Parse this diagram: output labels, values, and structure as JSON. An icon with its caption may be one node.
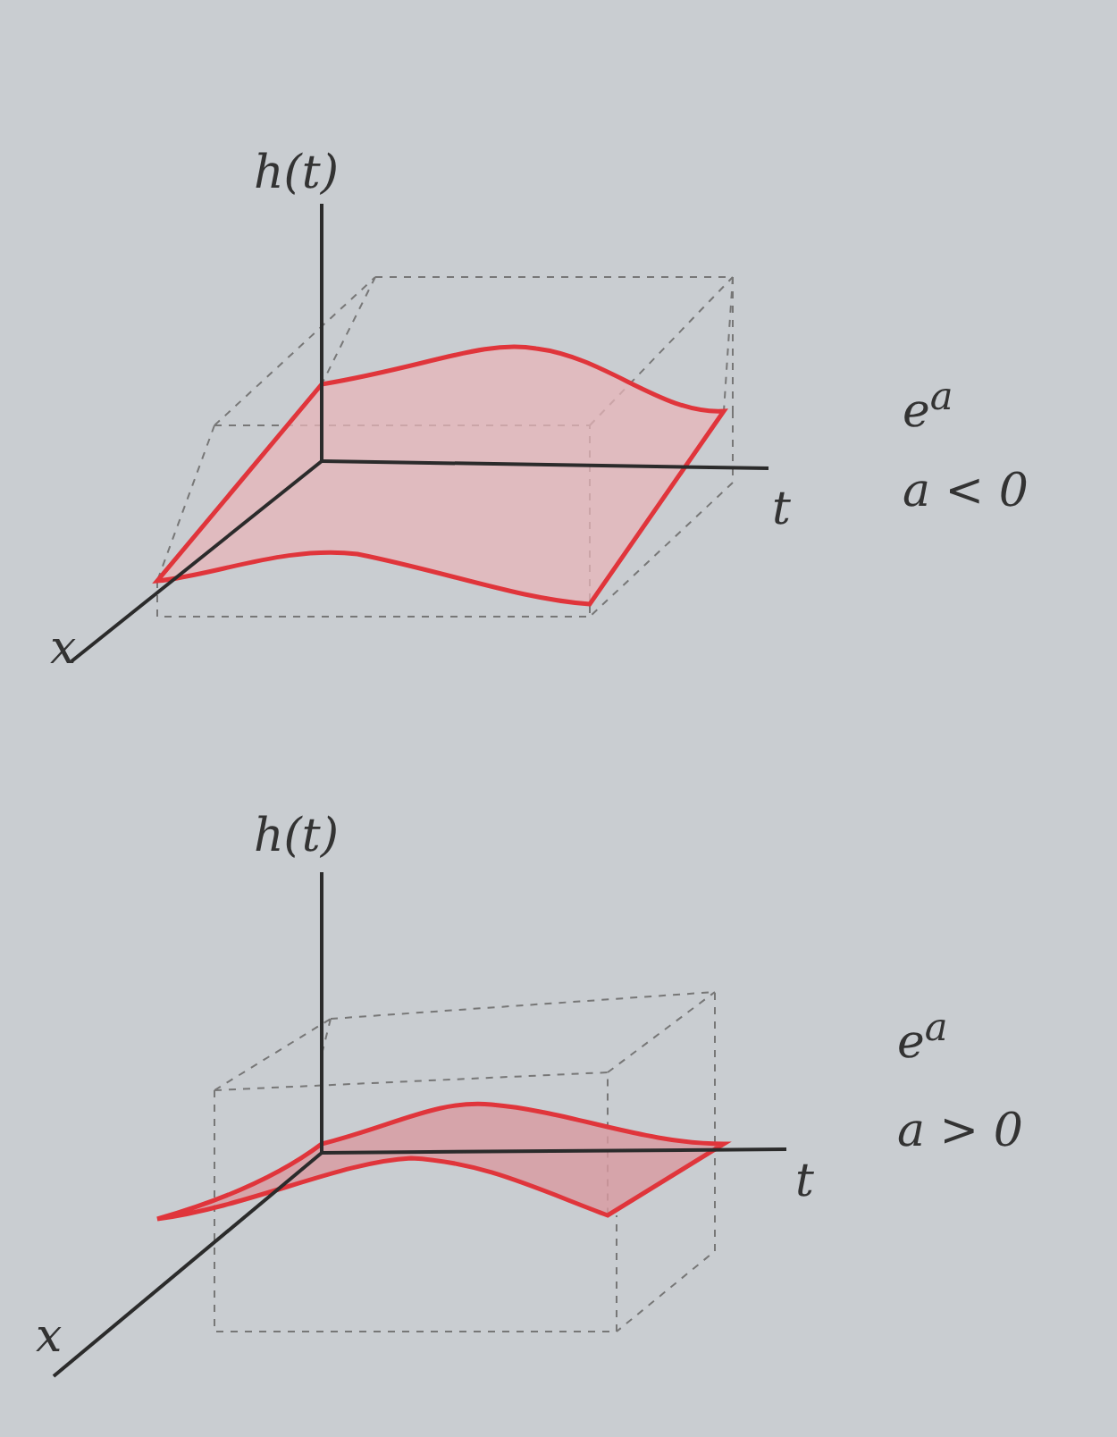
{
  "diagram": {
    "labels": [
      "h(t)",
      "t",
      "x",
      "e$^{a}$",
      "a < 0",
      "h(t)",
      "t",
      "x",
      "e$^{a}$",
      "a > 0"
    ]
  }
}
